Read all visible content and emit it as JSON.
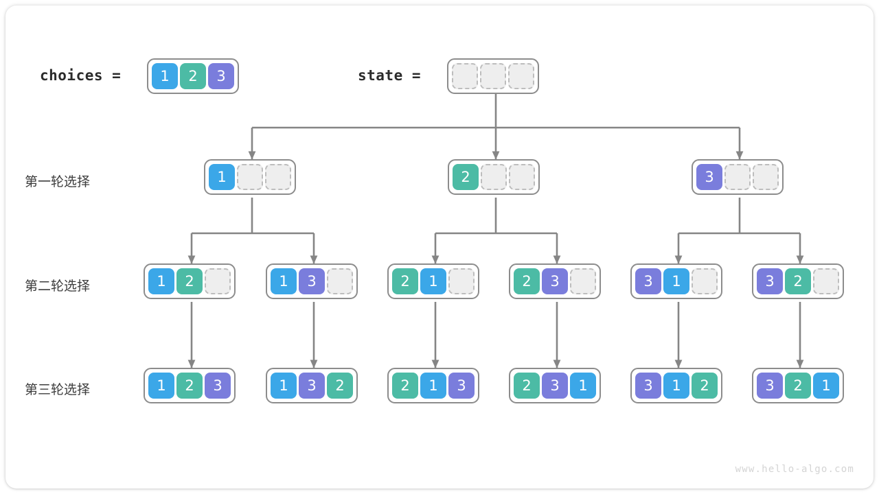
{
  "palette": {
    "blue": "#3BA7E8",
    "teal": "#4CBBA5",
    "purple": "#7A7DDC",
    "empty_fill": "#EEEEEE",
    "empty_border": "#BDBDBD",
    "array_border": "#8C8C8C",
    "edge": "#858585",
    "text": "#2B2B2B",
    "watermark": "#D4D4D4"
  },
  "header": {
    "choices_label": "choices =",
    "state_label": "state =",
    "choices_values": [
      "1",
      "2",
      "3"
    ],
    "choices_colors": [
      "blue",
      "teal",
      "purple"
    ],
    "state_values": [
      "",
      "",
      ""
    ]
  },
  "row_labels": {
    "level1": "第一轮选择",
    "level2": "第二轮选择",
    "level3": "第三轮选择"
  },
  "levels": [
    {
      "name": "level1",
      "label": "第一轮选择",
      "nodes": [
        {
          "values": [
            "1",
            "",
            ""
          ],
          "colors": [
            "blue",
            "empty",
            "empty"
          ]
        },
        {
          "values": [
            "2",
            "",
            ""
          ],
          "colors": [
            "teal",
            "empty",
            "empty"
          ]
        },
        {
          "values": [
            "3",
            "",
            ""
          ],
          "colors": [
            "purple",
            "empty",
            "empty"
          ]
        }
      ]
    },
    {
      "name": "level2",
      "label": "第二轮选择",
      "nodes": [
        {
          "values": [
            "1",
            "2",
            ""
          ],
          "colors": [
            "blue",
            "teal",
            "empty"
          ]
        },
        {
          "values": [
            "1",
            "3",
            ""
          ],
          "colors": [
            "blue",
            "purple",
            "empty"
          ]
        },
        {
          "values": [
            "2",
            "1",
            ""
          ],
          "colors": [
            "teal",
            "blue",
            "empty"
          ]
        },
        {
          "values": [
            "2",
            "3",
            ""
          ],
          "colors": [
            "teal",
            "purple",
            "empty"
          ]
        },
        {
          "values": [
            "3",
            "1",
            ""
          ],
          "colors": [
            "purple",
            "blue",
            "empty"
          ]
        },
        {
          "values": [
            "3",
            "2",
            ""
          ],
          "colors": [
            "purple",
            "teal",
            "empty"
          ]
        }
      ]
    },
    {
      "name": "level3",
      "label": "第三轮选择",
      "nodes": [
        {
          "values": [
            "1",
            "2",
            "3"
          ],
          "colors": [
            "blue",
            "teal",
            "purple"
          ]
        },
        {
          "values": [
            "1",
            "3",
            "2"
          ],
          "colors": [
            "blue",
            "purple",
            "teal"
          ]
        },
        {
          "values": [
            "2",
            "1",
            "3"
          ],
          "colors": [
            "teal",
            "blue",
            "purple"
          ]
        },
        {
          "values": [
            "2",
            "3",
            "1"
          ],
          "colors": [
            "teal",
            "purple",
            "blue"
          ]
        },
        {
          "values": [
            "3",
            "1",
            "2"
          ],
          "colors": [
            "purple",
            "blue",
            "teal"
          ]
        },
        {
          "values": [
            "3",
            "2",
            "1"
          ],
          "colors": [
            "purple",
            "teal",
            "blue"
          ]
        }
      ]
    }
  ],
  "watermark": "www.hello-algo.com"
}
